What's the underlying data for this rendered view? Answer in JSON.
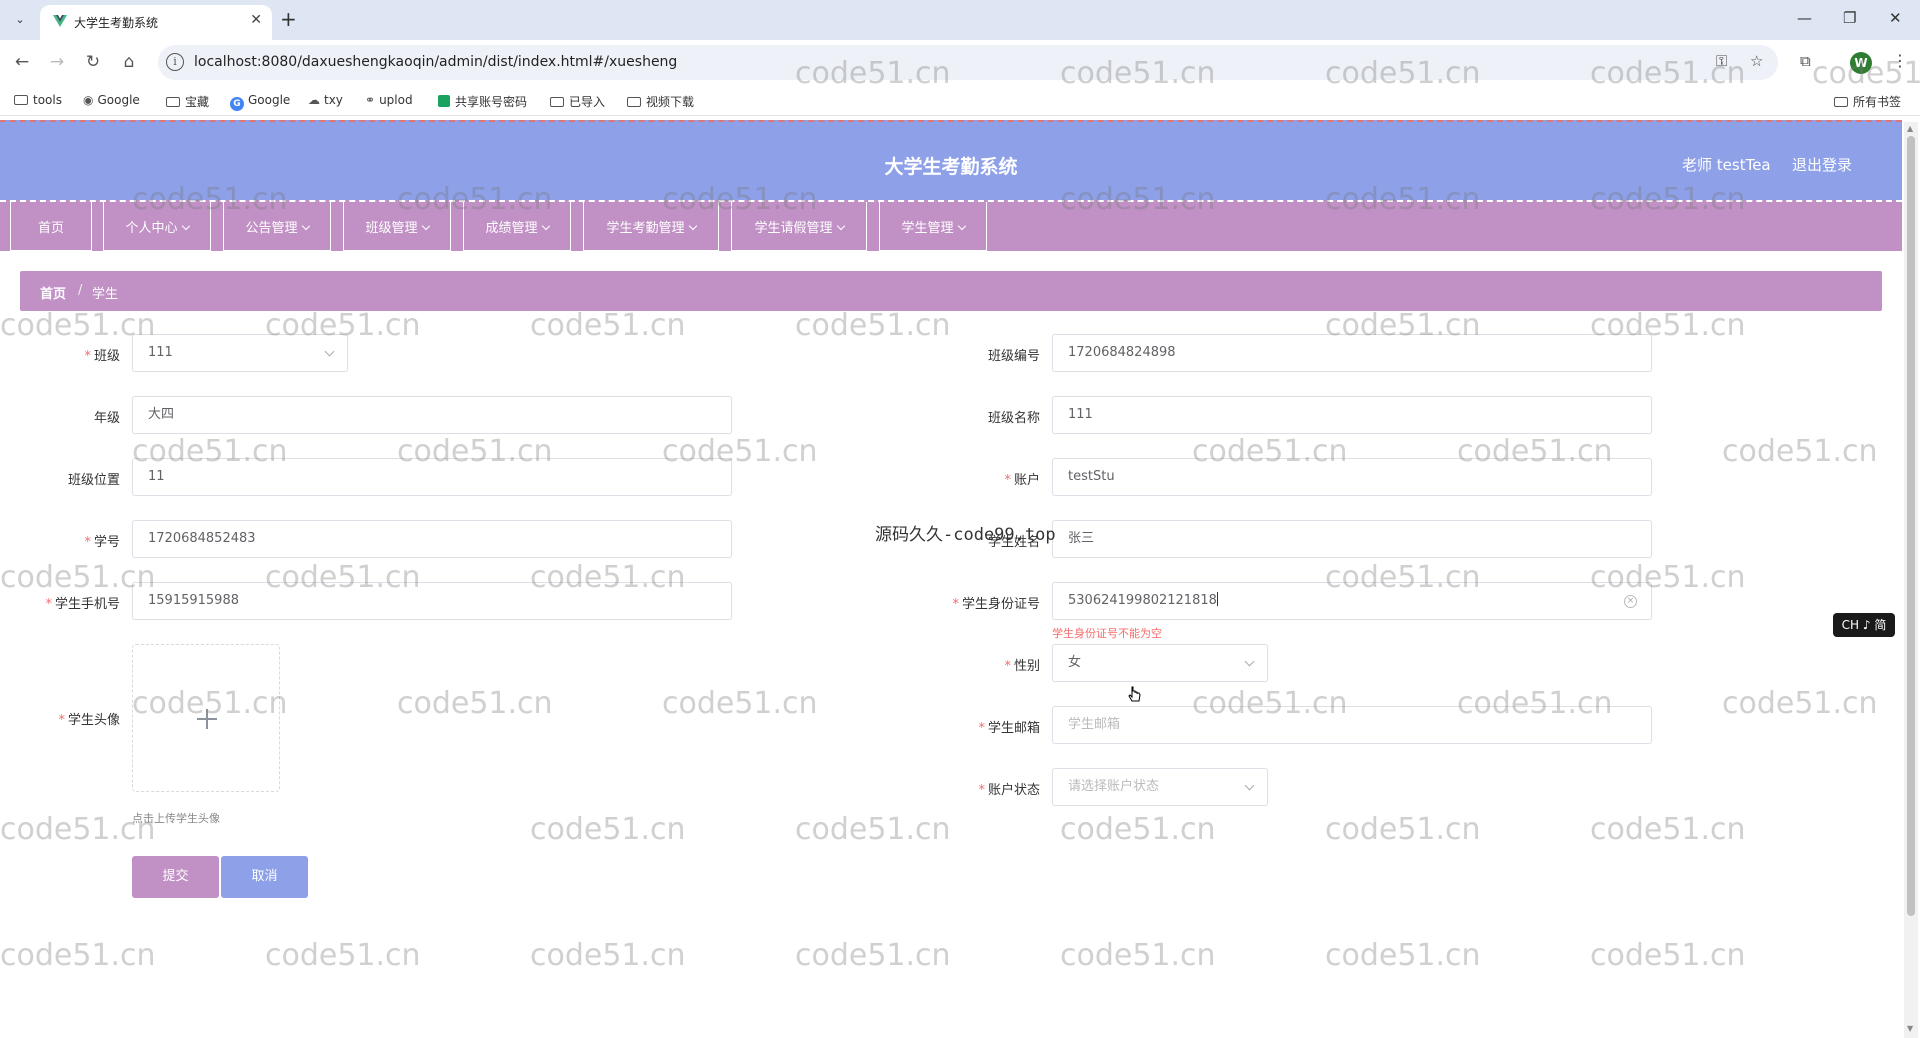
{
  "browser": {
    "tab_title": "大学生考勤系统",
    "tab_close": "✕",
    "new_tab": "+",
    "url": "localhost:8080/daxueshengkaoqin/admin/dist/index.html#/xuesheng",
    "window_controls": {
      "minimize": "—",
      "maximize": "❐",
      "close": "✕"
    },
    "profile_initial": "W",
    "bookmarks": [
      {
        "label": "tools",
        "icon": "folder-icon"
      },
      {
        "label": "Google",
        "icon": "globe-icon"
      },
      {
        "label": "宝藏",
        "icon": "folder-icon"
      },
      {
        "label": "Google",
        "icon": "google-icon"
      },
      {
        "label": "txy",
        "icon": "cloud-icon"
      },
      {
        "label": "uplod",
        "icon": "link-icon"
      },
      {
        "label": "共享账号密码",
        "icon": "sheet-icon"
      },
      {
        "label": "已导入",
        "icon": "folder-icon"
      },
      {
        "label": "视频下载",
        "icon": "folder-icon"
      }
    ],
    "all_bookmarks": "所有书签"
  },
  "app": {
    "title": "大学生考勤系统",
    "user_label": "老师 testTea",
    "logout_label": "退出登录",
    "menu": [
      {
        "label": "首页",
        "has_children": false
      },
      {
        "label": "个人中心",
        "has_children": true
      },
      {
        "label": "公告管理",
        "has_children": true
      },
      {
        "label": "班级管理",
        "has_children": true
      },
      {
        "label": "成绩管理",
        "has_children": true
      },
      {
        "label": "学生考勤管理",
        "has_children": true
      },
      {
        "label": "学生请假管理",
        "has_children": true
      },
      {
        "label": "学生管理",
        "has_children": true
      }
    ],
    "breadcrumb": {
      "home": "首页",
      "separator": "/",
      "current": "学生"
    }
  },
  "form": {
    "banji": {
      "label": "班级",
      "value": "111",
      "required": true
    },
    "nianji": {
      "label": "年级",
      "value": "大四"
    },
    "banjiweizhi": {
      "label": "班级位置",
      "value": "11"
    },
    "xuehao": {
      "label": "学号",
      "value": "1720684852483",
      "required": true
    },
    "shouji": {
      "label": "学生手机号",
      "value": "15915915988",
      "required": true
    },
    "touxiang": {
      "label": "学生头像",
      "tip": "点击上传学生头像",
      "required": true
    },
    "banjibianhao": {
      "label": "班级编号",
      "value": "1720684824898"
    },
    "banjimingcheng": {
      "label": "班级名称",
      "value": "111"
    },
    "zhanghu": {
      "label": "账户",
      "value": "testStu",
      "required": true
    },
    "xingming": {
      "label": "学生姓名",
      "value": "张三"
    },
    "shenfenzheng": {
      "label": "学生身份证号",
      "value": "530624199802121818",
      "error": "学生身份证号不能为空",
      "required": true
    },
    "xingbie": {
      "label": "性别",
      "value": "女",
      "required": true
    },
    "youxiang": {
      "label": "学生邮箱",
      "placeholder": "学生邮箱",
      "required": true
    },
    "zhuangtai": {
      "label": "账户状态",
      "placeholder": "请选择账户状态",
      "required": true
    },
    "submit_label": "提交",
    "cancel_label": "取消"
  },
  "overlay": {
    "watermark_text": "code51.cn",
    "center_text": "源码久久-code99.top",
    "ime_label": "CH ♪ 简"
  },
  "colors": {
    "header_bg": "#8da0e8",
    "menu_bg": "#c191c6",
    "submit_bg": "#c191c6",
    "cancel_bg": "#8da0e8",
    "error": "#f56c6c"
  }
}
